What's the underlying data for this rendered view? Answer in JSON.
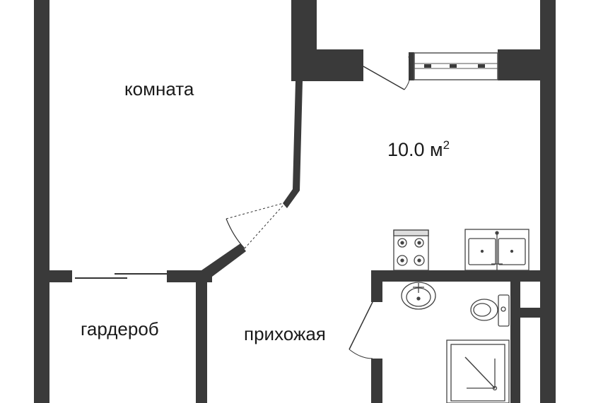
{
  "rooms": {
    "room": "комната",
    "wardrobe": "гардероб",
    "hallway": "прихожая"
  },
  "kitchen": {
    "area_value": "10.0 м",
    "area_unit_exp": "2"
  },
  "colors": {
    "wall": "#3a3a3a",
    "fixture_stroke": "#555555",
    "background": "#ffffff"
  }
}
